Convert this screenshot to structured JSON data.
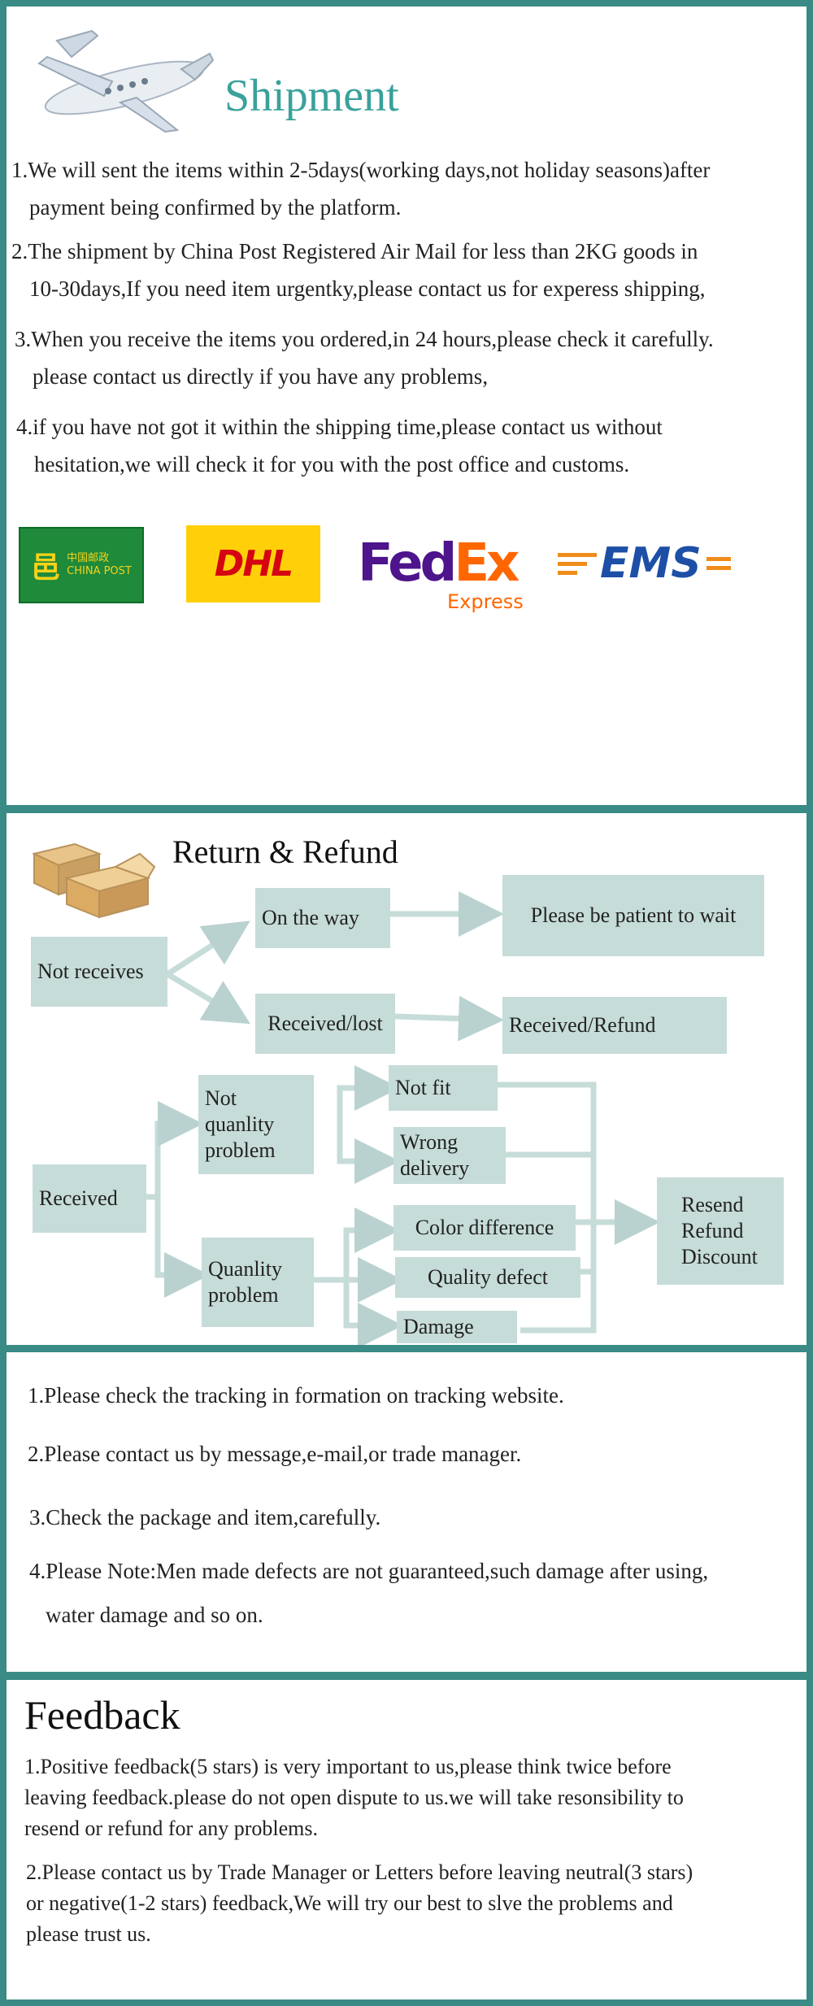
{
  "shipment": {
    "title": "Shipment",
    "items": [
      {
        "line1": "1.We will sent the items within 2-5days(working days,not holiday seasons)after",
        "line2": "payment being confirmed by the platform."
      },
      {
        "line1": "2.The shipment by China Post Registered Air Mail for less than 2KG goods in",
        "line2": "10-30days,If you need item urgentky,please contact us  for experess shipping,"
      },
      {
        "line1": "3.When you receive the items you ordered,in 24 hours,please check it carefully.",
        "line2": "please contact us directly if you have any problems,"
      },
      {
        "line1": "4.if you have not got it within the shipping time,please contact us without",
        "line2": "hesitation,we will check it for you with the post office and customs."
      }
    ],
    "logos": {
      "chinapost": {
        "mark": "中国邮政",
        "sub": "CHINA POST"
      },
      "dhl": "DHL",
      "fedex": {
        "fed": "Fed",
        "ex": "Ex",
        "sub": "Express"
      },
      "ems": "EMS"
    }
  },
  "return_refund": {
    "title": "Return & Refund",
    "not_receives": "Not receives",
    "on_the_way": "On the way",
    "be_patient": "Please be patient to wait",
    "received_lost": "Received/lost",
    "received_refund": "Received/Refund",
    "received": "Received",
    "not_quality_problem": "Not quanlity problem",
    "quality_problem": "Quanlity problem",
    "not_fit": "Not fit",
    "wrong_delivery": "Wrong delivery",
    "color_difference": "Color difference",
    "quality_defect": "Quality defect",
    "damage": "Damage",
    "resend_refund_discount": "Resend Refund Discount"
  },
  "tips": [
    "1.Please check the tracking in formation on tracking website.",
    "2.Please contact us by message,e-mail,or trade manager.",
    "3.Check the package and item,carefully.",
    "4.Please Note:Men made defects are not guaranteed,such damage after using,",
    "water damage and so on."
  ],
  "feedback": {
    "title": "Feedback",
    "item1": [
      "1.Positive feedback(5 stars) is very important to us,please think twice before",
      "leaving feedback.please do not open dispute to us.we will take resonsibility to",
      "resend or refund for any problems."
    ],
    "item2": [
      "2.Please contact us by Trade Manager or Letters before leaving neutral(3 stars)",
      "or negative(1-2 stars) feedback,We will try our best to slve the problems and",
      "please trust us."
    ]
  },
  "colors": {
    "frame": "#3a8a85",
    "shipment_title": "#3aa19b",
    "flow_box": "#c6dcd9",
    "arrow": "#c6dcd9"
  }
}
